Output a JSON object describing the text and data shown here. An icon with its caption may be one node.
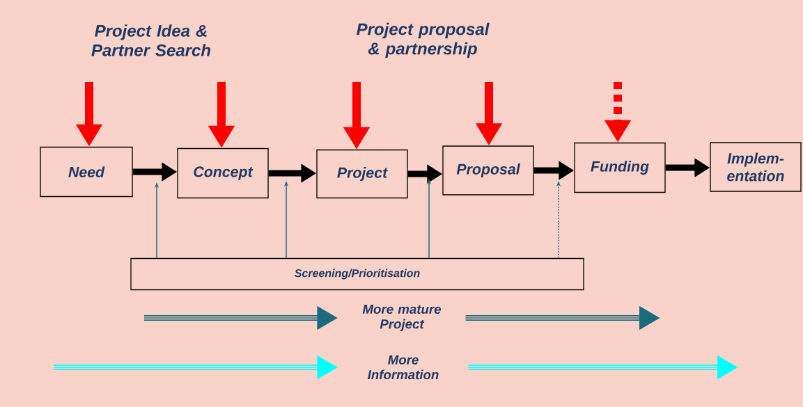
{
  "diagram": {
    "nodes": [
      {
        "text": [
          "Need"
        ]
      },
      {
        "text": [
          "Concept"
        ]
      },
      {
        "text": [
          "Project"
        ]
      },
      {
        "text": [
          "Proposal"
        ]
      },
      {
        "text": [
          "Funding"
        ]
      },
      {
        "text": [
          "Implem- entation"
        ]
      },
      {
        "text": [
          "Screening/Prioritisation"
        ]
      },
      {
        "text": [
          "More mature Project"
        ]
      },
      {
        "text": [
          "More Information"
        ]
      }
    ],
    "edges": [
      {
        "from": 0,
        "to": 1,
        "arrow": "to",
        "color": "#000000"
      },
      {
        "from": 1,
        "to": 2,
        "arrow": "to",
        "color": "#000000"
      },
      {
        "from": 2,
        "to": 3,
        "arrow": "to",
        "color": "#000000"
      },
      {
        "from": 3,
        "to": 4,
        "arrow": "to",
        "color": "#000000"
      },
      {
        "from": 4,
        "to": 5,
        "arrow": "to",
        "color": "#000000"
      },
      {
        "from": null,
        "to": 0,
        "arrow": "to",
        "color": "#ff0000"
      },
      {
        "from": null,
        "to": 1,
        "arrow": "to",
        "color": "#ff0000"
      },
      {
        "from": null,
        "to": 2,
        "arrow": "to",
        "color": "#ff0000"
      },
      {
        "from": null,
        "to": 3,
        "arrow": "to",
        "color": "#ff0000"
      },
      {
        "from": null,
        "to": 4,
        "arrow": "to",
        "style": "dashed",
        "color": "#ff0000"
      },
      {
        "from": 6,
        "to": null,
        "arrow": "to",
        "color": "#1b6a7e"
      },
      {
        "from": 6,
        "to": null,
        "arrow": "to",
        "color": "#1b6a7e"
      },
      {
        "from": 6,
        "to": null,
        "arrow": "to",
        "color": "#1b6a7e"
      },
      {
        "from": 6,
        "to": null,
        "arrow": "to",
        "style": "dashed",
        "color": "#1b6a7e"
      },
      {
        "from": null,
        "to": 7,
        "arrow": "to",
        "color": "#1b6a7e"
      },
      {
        "from": 7,
        "to": null,
        "arrow": "to",
        "color": "#1b6a7e"
      },
      {
        "from": null,
        "to": 8,
        "arrow": "to",
        "color": "#00ffff"
      },
      {
        "from": 8,
        "to": null,
        "arrow": "to",
        "color": "#00ffff"
      }
    ],
    "labels": [
      "Project Idea & Partner Search",
      "Project proposal & partnership"
    ]
  }
}
